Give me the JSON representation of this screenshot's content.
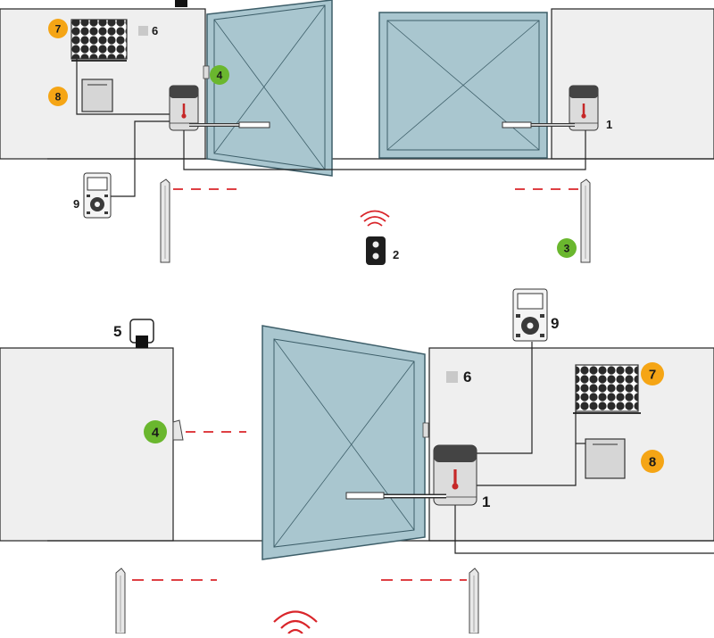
{
  "colors": {
    "gate_fill": "#a9c6cf",
    "gate_stroke": "#4a6a75",
    "pillar_fill": "#efefef",
    "line": "#1a1a1a",
    "beam": "#d9252a",
    "badge_orange": "#f5a515",
    "badge_green": "#6ab72e",
    "square_gray": "#c9c9c9"
  },
  "top_scene": {
    "labels": {
      "motor_right": "1",
      "remote": "2",
      "photocell": "3",
      "photocell_post": "4",
      "keyswitch": "6",
      "solar_panel": "7",
      "battery": "8",
      "keypad": "9"
    }
  },
  "bottom_scene": {
    "labels": {
      "motor": "1",
      "photocell_post": "4",
      "flashing_light": "5",
      "keyswitch": "6",
      "solar_panel": "7",
      "battery": "8",
      "keypad": "9"
    }
  }
}
